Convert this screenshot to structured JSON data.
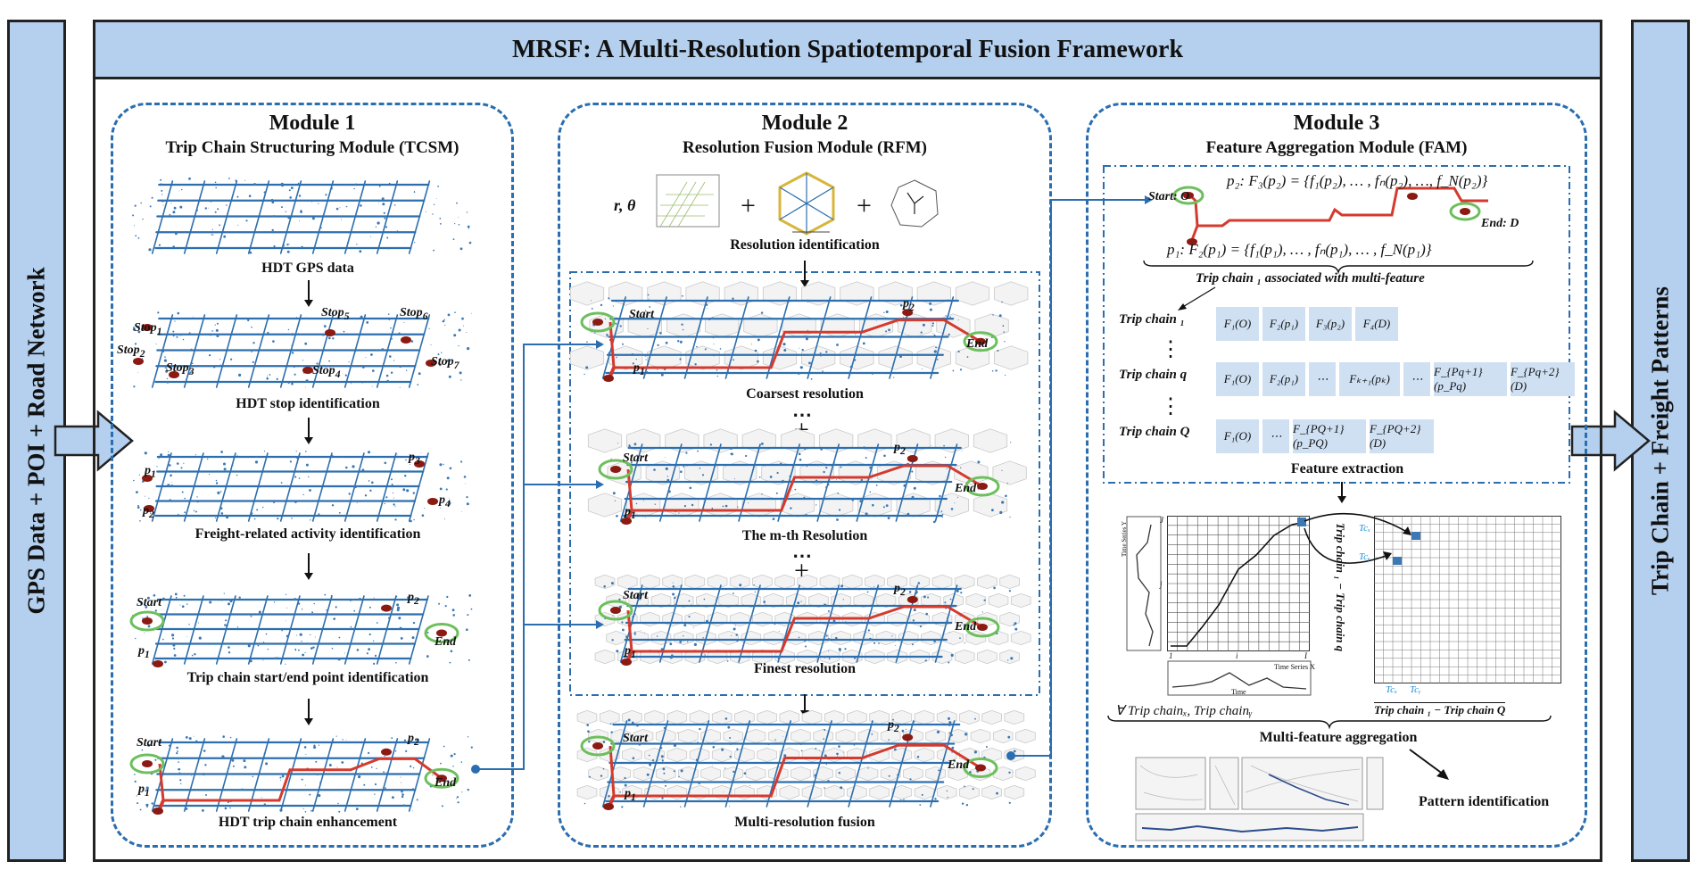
{
  "title": "MRSF: A Multi-Resolution Spatiotemporal Fusion Framework",
  "left_sidebar": "GPS Data + POI + Road Network",
  "right_sidebar": "Trip Chain + Freight Patterns",
  "module1": {
    "heading": "Module 1",
    "subheading": "Trip Chain Structuring Module (TCSM)",
    "steps": [
      "HDT GPS data",
      "HDT stop identification",
      "Freight-related activity identification",
      "Trip chain start/end point identification",
      "HDT trip chain enhancement"
    ],
    "stops": [
      "Stop",
      "Stop",
      "Stop",
      "Stop",
      "Stop",
      "Stop",
      "Stop"
    ],
    "stop_subs": [
      "1",
      "2",
      "3",
      "4",
      "5",
      "6",
      "7"
    ],
    "points": [
      "p",
      "p",
      "p",
      "p"
    ],
    "point_subs": [
      "1",
      "2",
      "3",
      "4"
    ],
    "start": "Start",
    "end": "End"
  },
  "module2": {
    "heading": "Module 2",
    "subheading": "Resolution Fusion Module (RFM)",
    "params": "r, θ",
    "plus": "+",
    "dots": "⋯",
    "steps": [
      "Resolution identification",
      "Coarsest resolution",
      "The m-th Resolution",
      "Finest resolution",
      "Multi-resolution fusion"
    ],
    "start": "Start",
    "end": "End",
    "p1": "p",
    "p1_sub": "1",
    "p2": "p",
    "p2_sub": "2"
  },
  "module3": {
    "heading": "Module 3",
    "subheading": "Feature Aggregation Module (FAM)",
    "start_label": "Start: O",
    "end_label": "End: D",
    "eq_p2": "p₂: F₃(p₂) = {f₁(p₂), … , fₙ(p₂), …, f_N(p₂)}",
    "eq_p1": "p₁: F₂(p₁) = {f₁(p₁), … , fₙ(p₁), … , f_N(p₁)}",
    "assoc_label": "Trip chain ₁ associated with multi-feature",
    "rows": [
      {
        "label": "Trip chain ₁",
        "cells": [
          "F₁(O)",
          "F₂(p₁)",
          "F₃(p₂)",
          "F₄(D)"
        ]
      },
      {
        "label": "Trip chain q",
        "cells": [
          "F₁(O)",
          "F₂(p₁)",
          "⋯",
          "Fₖ₊₁(pₖ)",
          "⋯",
          "F_{Pq+1}(p_Pq)",
          "F_{Pq+2}(D)"
        ]
      },
      {
        "label": "Trip chain Q",
        "cells": [
          "F₁(O)",
          "⋯",
          "F_{PQ+1}(p_PQ)",
          "F_{PQ+2}(D)"
        ]
      }
    ],
    "vdots": "⋮",
    "feature_extraction": "Feature extraction",
    "ts_y": "Time Series Y",
    "ts_x": "Time Series X",
    "time": "Time",
    "j_label": "j",
    "i_label": "i",
    "one": "1",
    "big_i": "I",
    "big_j": "J",
    "tc_x": "Tcₓ",
    "tc_y": "Tcᵧ",
    "rotated_label": "Trip chain ₁ − Trip chain q",
    "forall_label": "∀ Trip chainₓ, Trip chainᵧ",
    "matrix_label": "Trip chain ₁ − Trip chain Q",
    "multi_feature": "Multi-feature aggregation",
    "pattern": "Pattern identification"
  },
  "colors": {
    "light_blue": "#b4d0ee",
    "dash_blue": "#2a6eb0",
    "road_blue": "#2d6fae",
    "route_red": "#d43a2e",
    "cell_blue": "#cfe0f3",
    "tc_blue": "#1e90d8"
  }
}
